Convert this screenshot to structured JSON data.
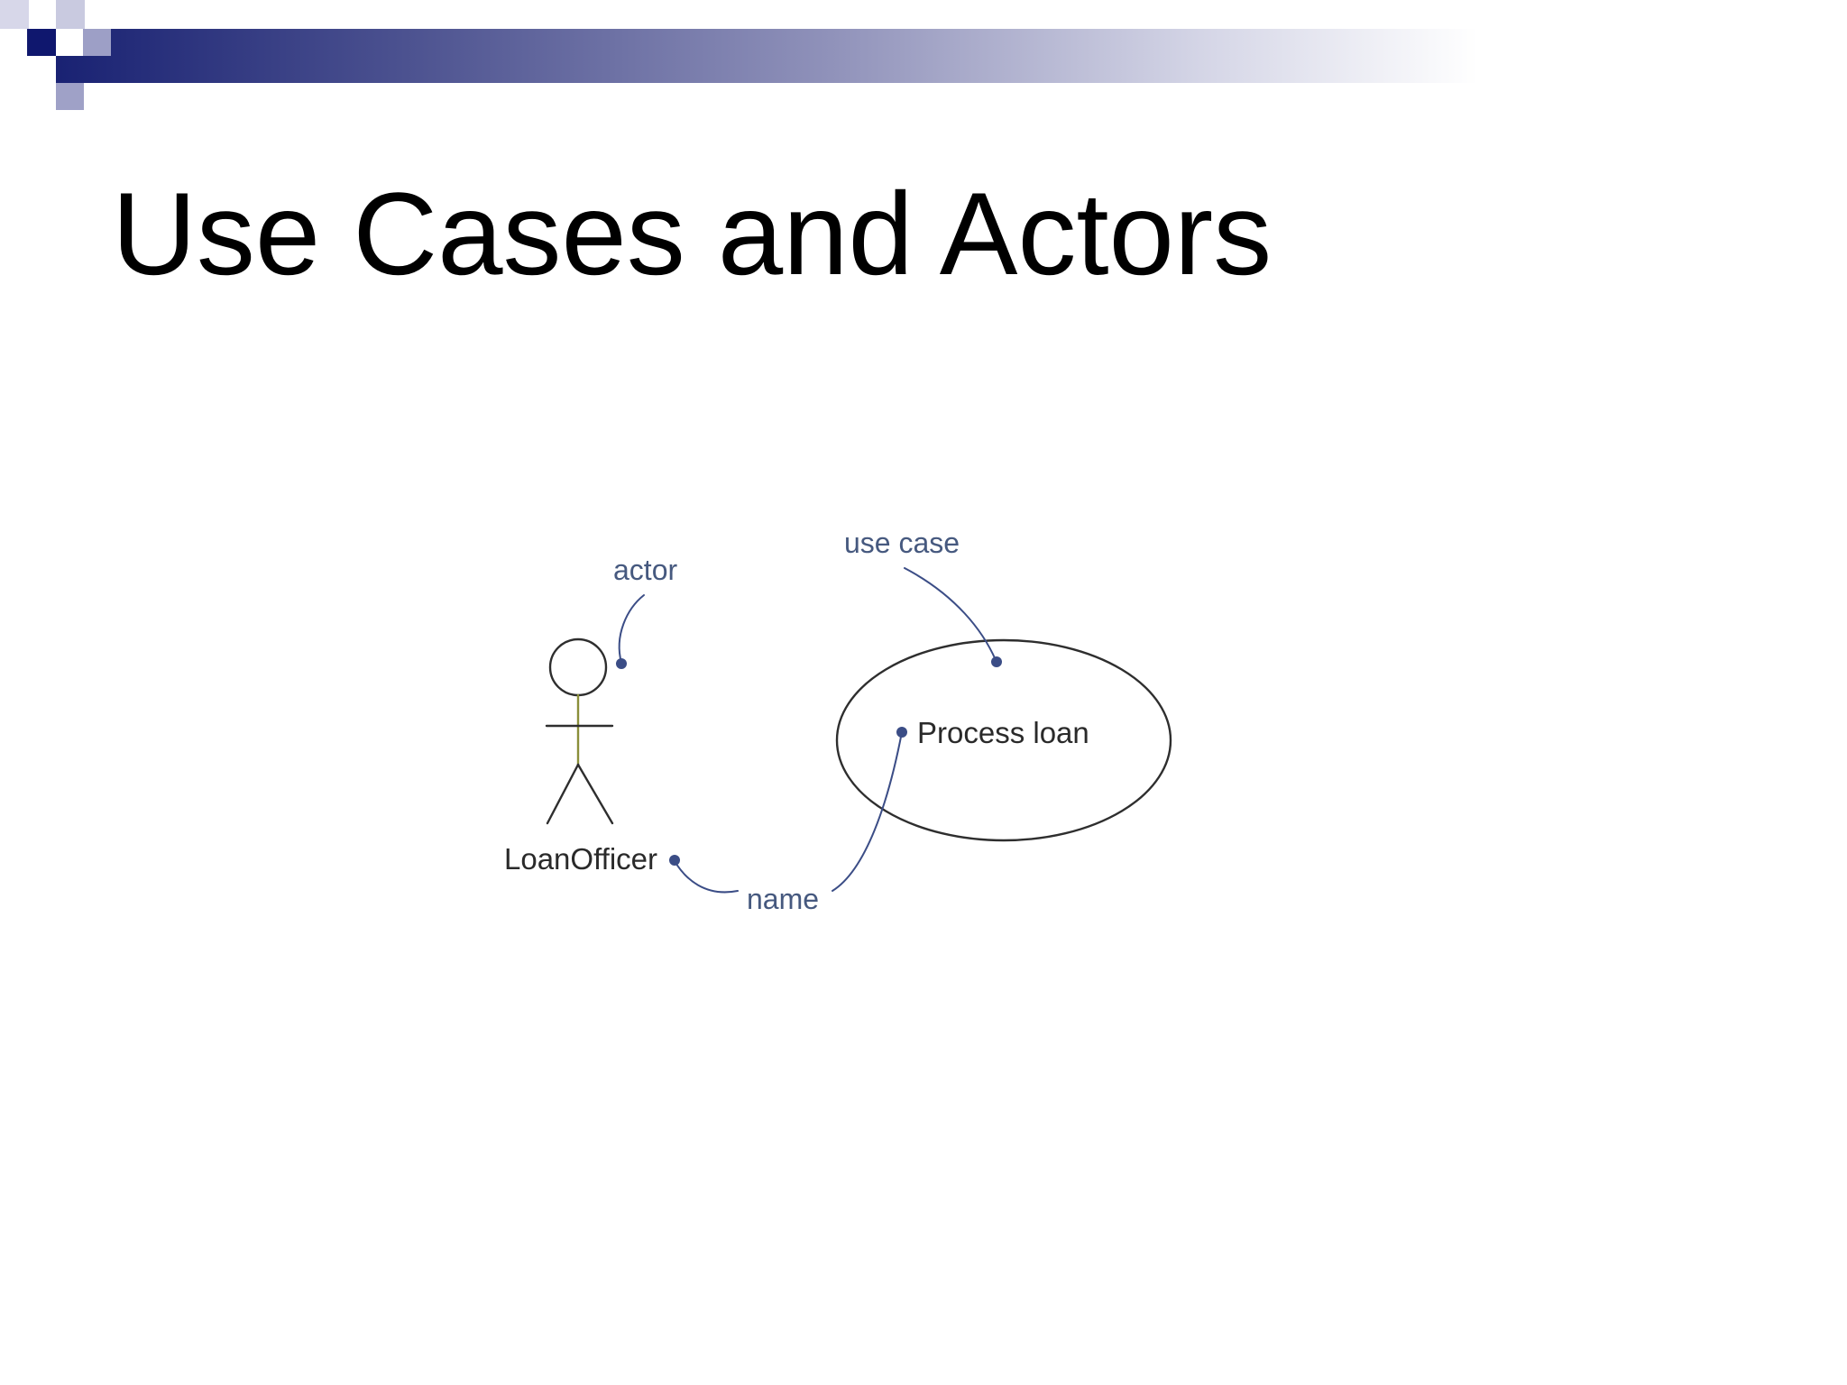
{
  "slide": {
    "title": "Use Cases and Actors"
  },
  "diagram": {
    "callouts": {
      "actor": "actor",
      "use_case": "use case",
      "name": "name"
    },
    "actor_name": "LoanOfficer",
    "use_case_name": "Process loan"
  },
  "colors": {
    "header_accent": "#111a6e",
    "callout_text": "#46597f",
    "callout_line": "#3b4d86"
  }
}
